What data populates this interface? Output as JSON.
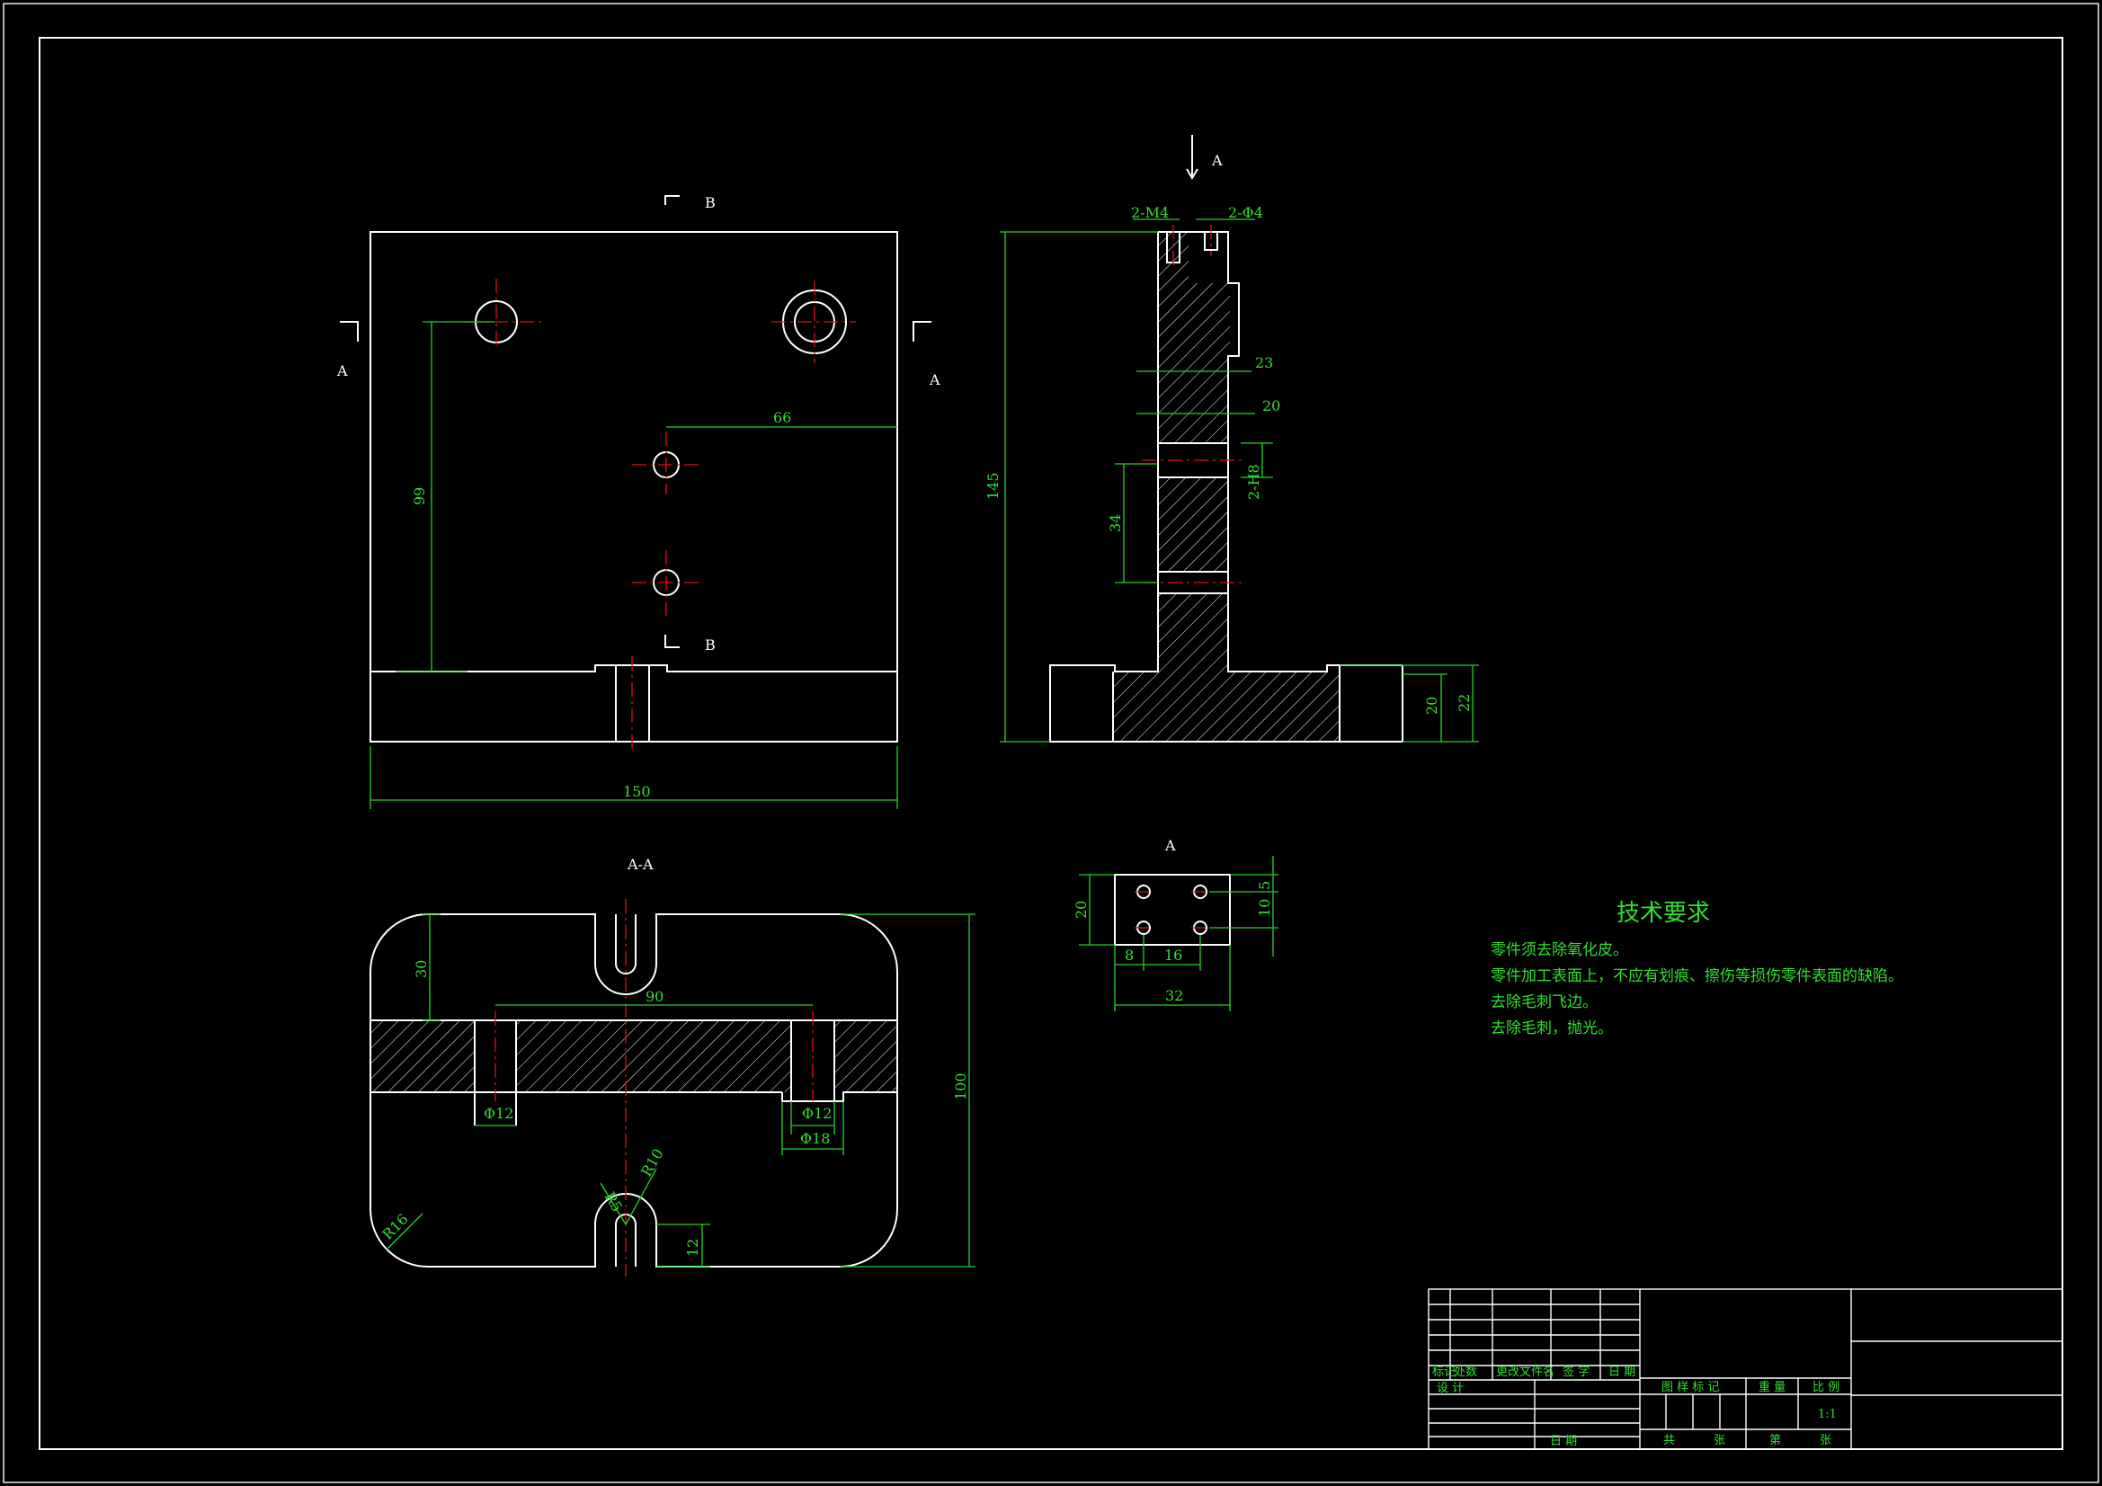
{
  "labels": {
    "section_b_top": "B",
    "section_b_bottom": "B",
    "section_a_left": "A",
    "section_a_right": "A",
    "view_a_arrow": "A",
    "section_aa_title": "A-A",
    "view_a_title": "A"
  },
  "dimensions": {
    "front_width": "150",
    "front_height": "99",
    "front_offset": "66",
    "side_height": "145",
    "side_thread": "2-M4",
    "side_hole": "2-Φ4",
    "side_23": "23",
    "side_20": "20",
    "side_2h8": "2-H8",
    "side_34": "34",
    "side_base_20": "20",
    "side_base_22": "22",
    "sec_30": "30",
    "sec_90": "90",
    "sec_100": "100",
    "sec_d12_left": "Φ12",
    "sec_d12_right": "Φ12",
    "sec_d18": "Φ18",
    "sec_r10": "R10",
    "sec_r5": "R5",
    "sec_r16": "R16",
    "sec_12": "12",
    "va_20": "20",
    "va_5": "5",
    "va_10": "10",
    "va_8": "8",
    "va_16": "16",
    "va_32": "32"
  },
  "tech_requirements": {
    "title": "技术要求",
    "lines": [
      "零件须去除氧化皮。",
      "零件加工表面上，不应有划痕、擦伤等损伤零件表面的缺陷。",
      "去除毛刺飞边。",
      "去除毛刺，抛光。"
    ]
  },
  "title_block": {
    "rev_mark": "标记",
    "rev_count": "处数",
    "rev_doc": "更改文件名",
    "rev_sign": "签 字",
    "rev_date": "日 期",
    "designer": "设 计",
    "date": "日 期",
    "stage_mark": "图 样 标 记",
    "weight": "重 量",
    "scale": "比 例",
    "scale_value": "1:1",
    "total": "共",
    "sheets": "张",
    "sheet_no": "第",
    "sheet_unit": "张"
  },
  "colors": {
    "background": "#000000",
    "outline": "#ffffff",
    "dimension": "#27d427",
    "centerline": "#e01010"
  }
}
